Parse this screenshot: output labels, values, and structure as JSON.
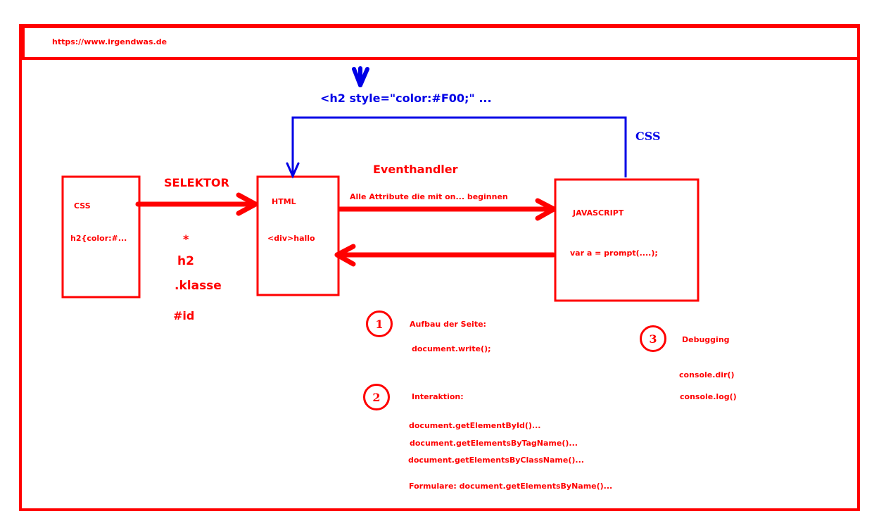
{
  "colors": {
    "primary": "#ff0000",
    "accent": "#0000e6",
    "background": "#ffffff"
  },
  "browser": {
    "url": "https://www.irgendwas.de"
  },
  "inline_style_note": "<h2 style=\"color:#F00;\" ...",
  "css_connector_label": "CSS",
  "selektor": {
    "title": "SELEKTOR",
    "examples": [
      "*",
      "h2",
      ".klasse",
      "#id"
    ]
  },
  "boxes": {
    "css": {
      "title": "CSS",
      "code": "h2{color:#..."
    },
    "html": {
      "title": "HTML",
      "code": "<div>hallo"
    },
    "javascript": {
      "title": "JAVASCRIPT",
      "code": "var a = prompt(....);"
    }
  },
  "eventhandler": {
    "title": "Eventhandler",
    "subtitle": "Alle Attribute die mit on... beginnen"
  },
  "sections": [
    {
      "number": "1",
      "title": "Aufbau der Seite:",
      "items": [
        "document.write();"
      ]
    },
    {
      "number": "2",
      "title": "Interaktion:",
      "items": [
        "document.getElementById()...",
        "document.getElementsByTagName()...",
        "document.getElementsByClassName()...",
        "Formulare: document.getElementsByName()..."
      ]
    },
    {
      "number": "3",
      "title": "Debugging",
      "items": [
        "console.dir()",
        "console.log()"
      ]
    }
  ]
}
